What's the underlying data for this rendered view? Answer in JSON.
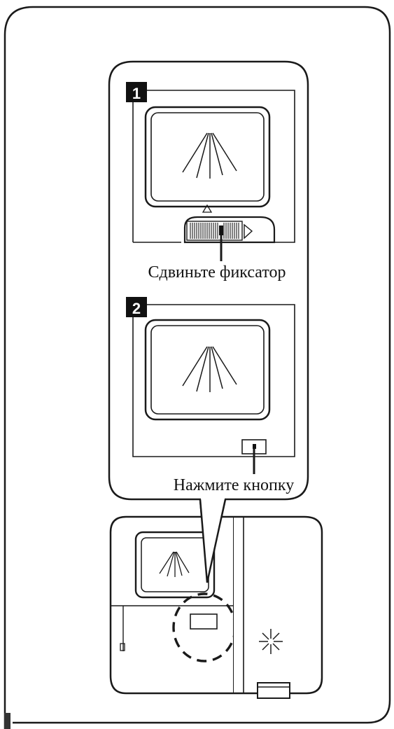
{
  "step1": {
    "number": "1",
    "caption": "Сдвиньте фиксатор"
  },
  "step2": {
    "number": "2",
    "caption": "Нажмите кнопку"
  },
  "colors": {
    "line": "#1a1a1a",
    "background": "#ffffff",
    "badge": "#111111"
  },
  "icons": [
    "spray-icon",
    "release-arrow-icon",
    "snowflake-icon"
  ]
}
